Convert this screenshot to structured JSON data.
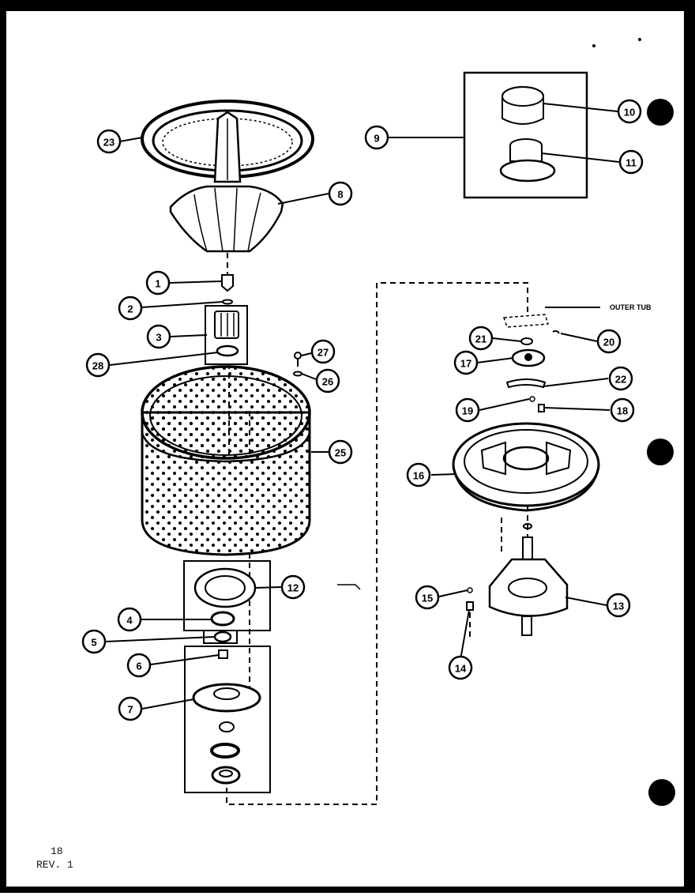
{
  "diagram": {
    "outer_tub_label": "OUTER TUB",
    "callouts": [
      {
        "id": "c1",
        "label": "1"
      },
      {
        "id": "c2",
        "label": "2"
      },
      {
        "id": "c3",
        "label": "3"
      },
      {
        "id": "c4",
        "label": "4"
      },
      {
        "id": "c5",
        "label": "5"
      },
      {
        "id": "c6",
        "label": "6"
      },
      {
        "id": "c7",
        "label": "7"
      },
      {
        "id": "c8",
        "label": "8"
      },
      {
        "id": "c9",
        "label": "9"
      },
      {
        "id": "c10",
        "label": "10"
      },
      {
        "id": "c11",
        "label": "11"
      },
      {
        "id": "c12",
        "label": "12"
      },
      {
        "id": "c13",
        "label": "13"
      },
      {
        "id": "c14",
        "label": "14"
      },
      {
        "id": "c15",
        "label": "15"
      },
      {
        "id": "c16",
        "label": "16"
      },
      {
        "id": "c17",
        "label": "17"
      },
      {
        "id": "c18",
        "label": "18"
      },
      {
        "id": "c19",
        "label": "19"
      },
      {
        "id": "c20",
        "label": "20"
      },
      {
        "id": "c21",
        "label": "21"
      },
      {
        "id": "c22",
        "label": "22"
      },
      {
        "id": "c23",
        "label": "23"
      },
      {
        "id": "c25",
        "label": "25"
      },
      {
        "id": "c26",
        "label": "26"
      },
      {
        "id": "c27",
        "label": "27"
      },
      {
        "id": "c28",
        "label": "28"
      }
    ]
  },
  "footer": {
    "page_number": "18",
    "revision": "REV. 1"
  }
}
